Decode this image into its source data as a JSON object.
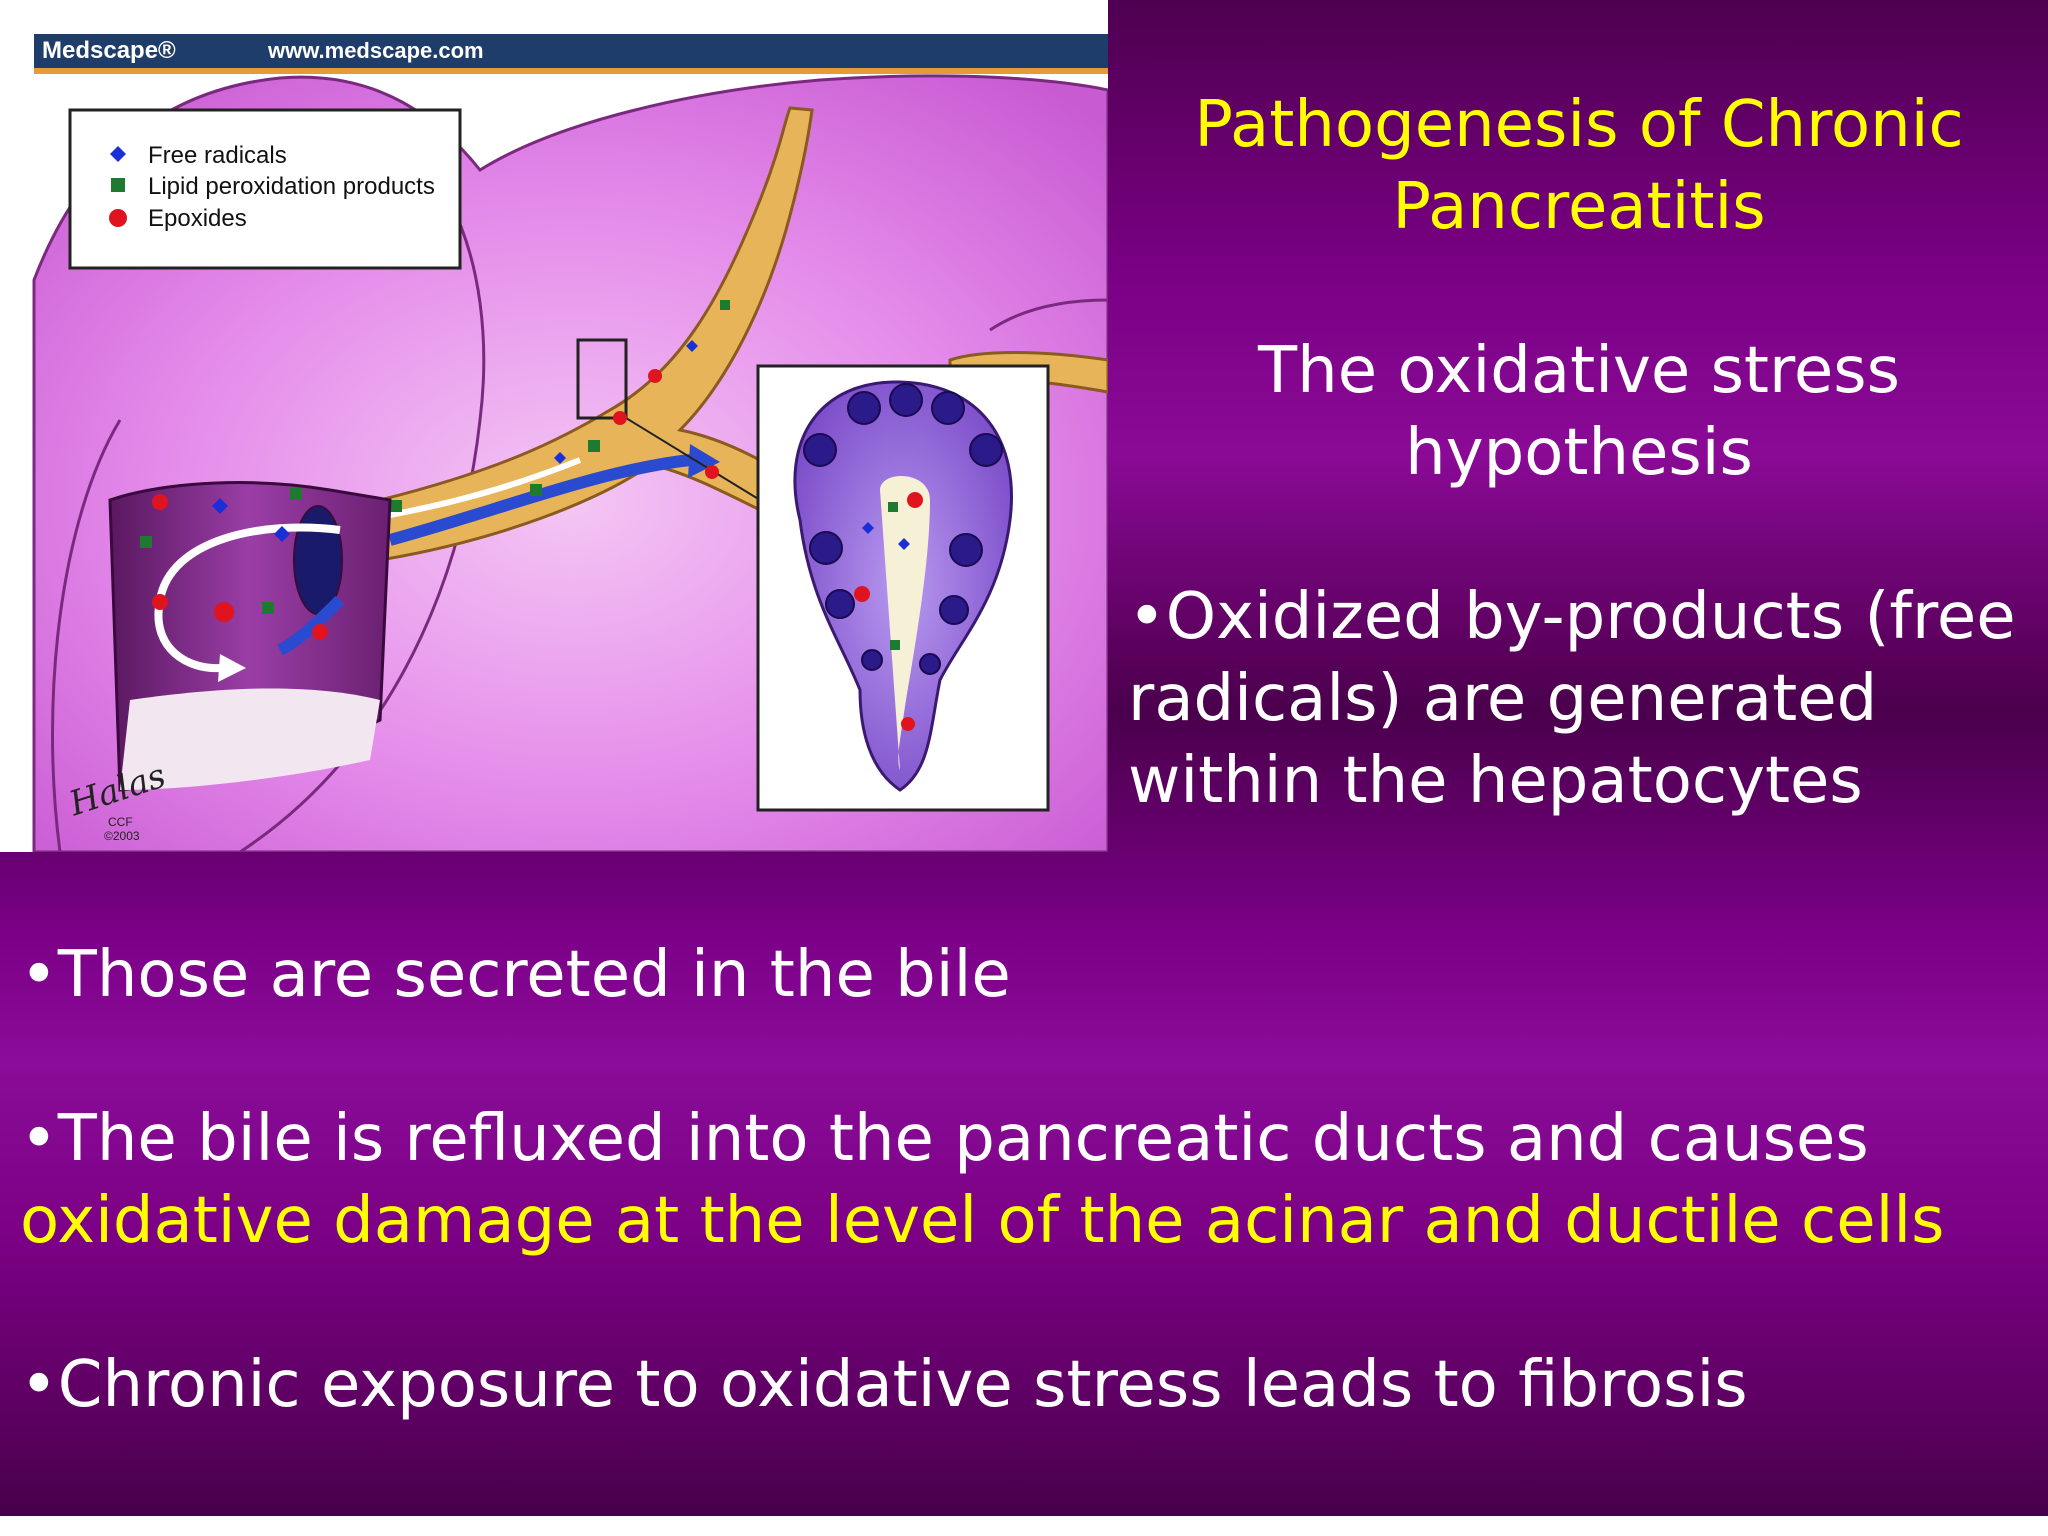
{
  "illustration": {
    "header_brand": "Medscape®",
    "header_url": "www.medscape.com",
    "legend": [
      {
        "label": "Free radicals",
        "marker": "diamond",
        "color": "#1a2fd6"
      },
      {
        "label": "Lipid peroxidation products",
        "marker": "square",
        "color": "#1e7a2e"
      },
      {
        "label": "Epoxides",
        "marker": "circle",
        "color": "#e0141e"
      }
    ],
    "artist_signature": "Halas",
    "artist_mark": "CCF",
    "artist_year": "©2003",
    "colors": {
      "pancreas": "#e07ae6",
      "pancreas_light": "#f0b8f2",
      "duct": "#e8b45a",
      "acinus": "#8a5ad0",
      "header_bar": "#1f3d6b"
    }
  },
  "slide": {
    "title": "Pathogenesis of Chronic Pancreatitis",
    "subtitle": "The oxidative stress hypothesis",
    "bullet_right": "•Oxidized by-products (free radicals) are generated within the hepatocytes",
    "bullets_bottom": [
      {
        "text": "•Those are secreted in the bile"
      },
      {
        "text": "•The bile is refluxed into the pancreatic ducts and causes ",
        "highlight": "oxidative damage at the level of the acinar and ductile cells"
      },
      {
        "text": "•Chronic exposure to oxidative stress leads to fibrosis"
      }
    ],
    "colors": {
      "title": "#ffff00",
      "body": "#ffffff",
      "highlight": "#ffff00"
    }
  }
}
